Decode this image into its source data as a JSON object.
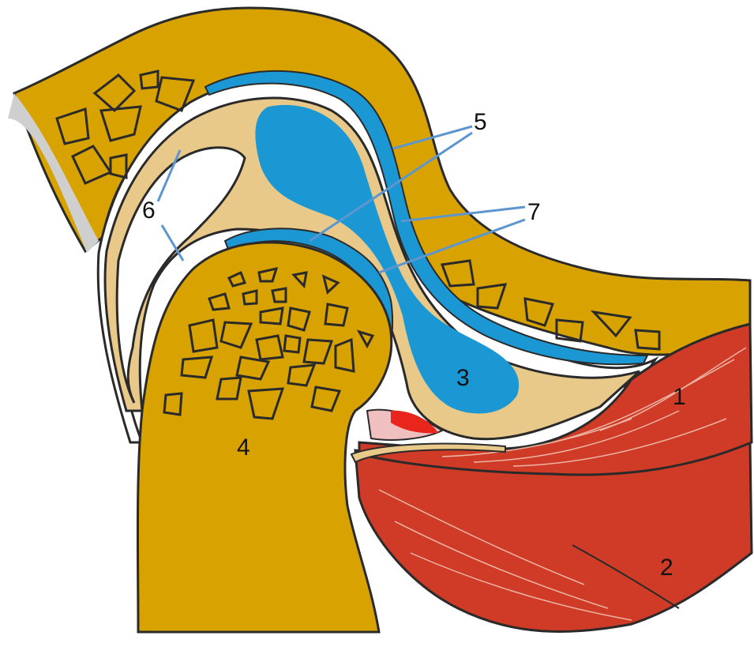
{
  "labels": {
    "l1": "1",
    "l2": "2",
    "l3": "3",
    "l4": "4",
    "l5": "5",
    "l6": "6",
    "l7": "7"
  },
  "colors": {
    "bone": "#d8a300",
    "cartilage": "#e8c98a",
    "fluid": "#1b98d4",
    "muscle": "#cf3b27",
    "outline": "#2a2a2a",
    "leader": "#5d96cf",
    "background": "#ffffff"
  }
}
